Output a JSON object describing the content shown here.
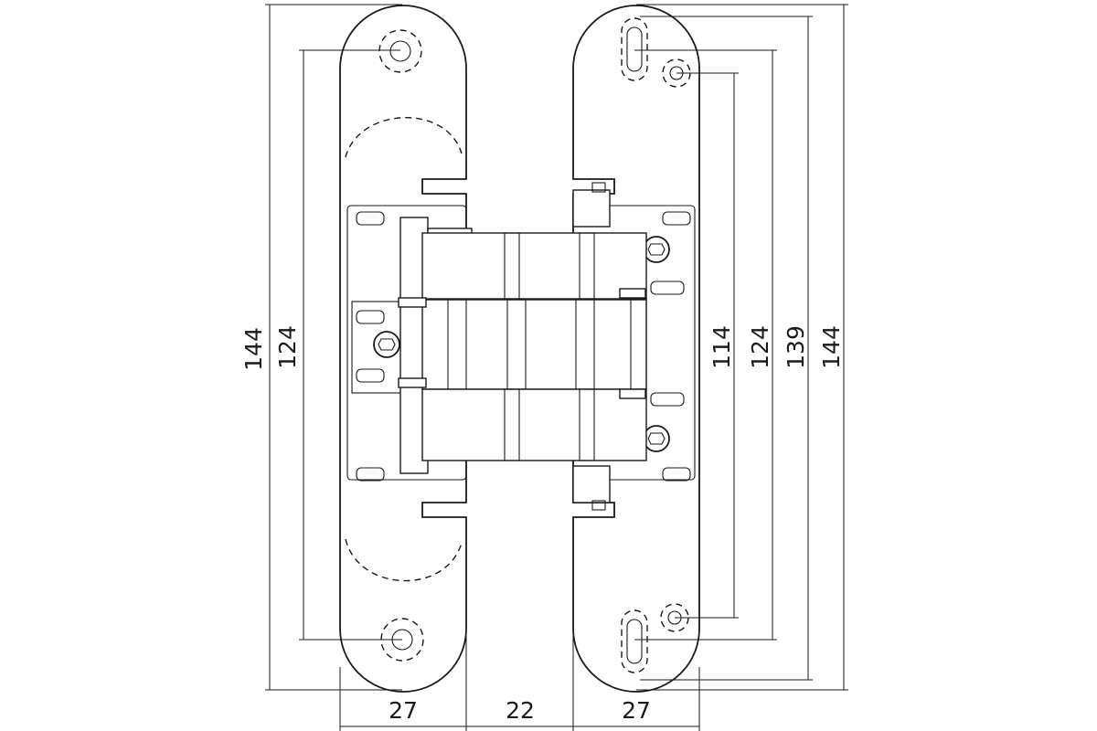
{
  "dimensions": {
    "left_overall": "144",
    "left_inner": "124",
    "right_114": "114",
    "right_124": "124",
    "right_139": "139",
    "right_144": "144",
    "bottom_left": "27",
    "bottom_mid": "22",
    "bottom_right": "27"
  }
}
